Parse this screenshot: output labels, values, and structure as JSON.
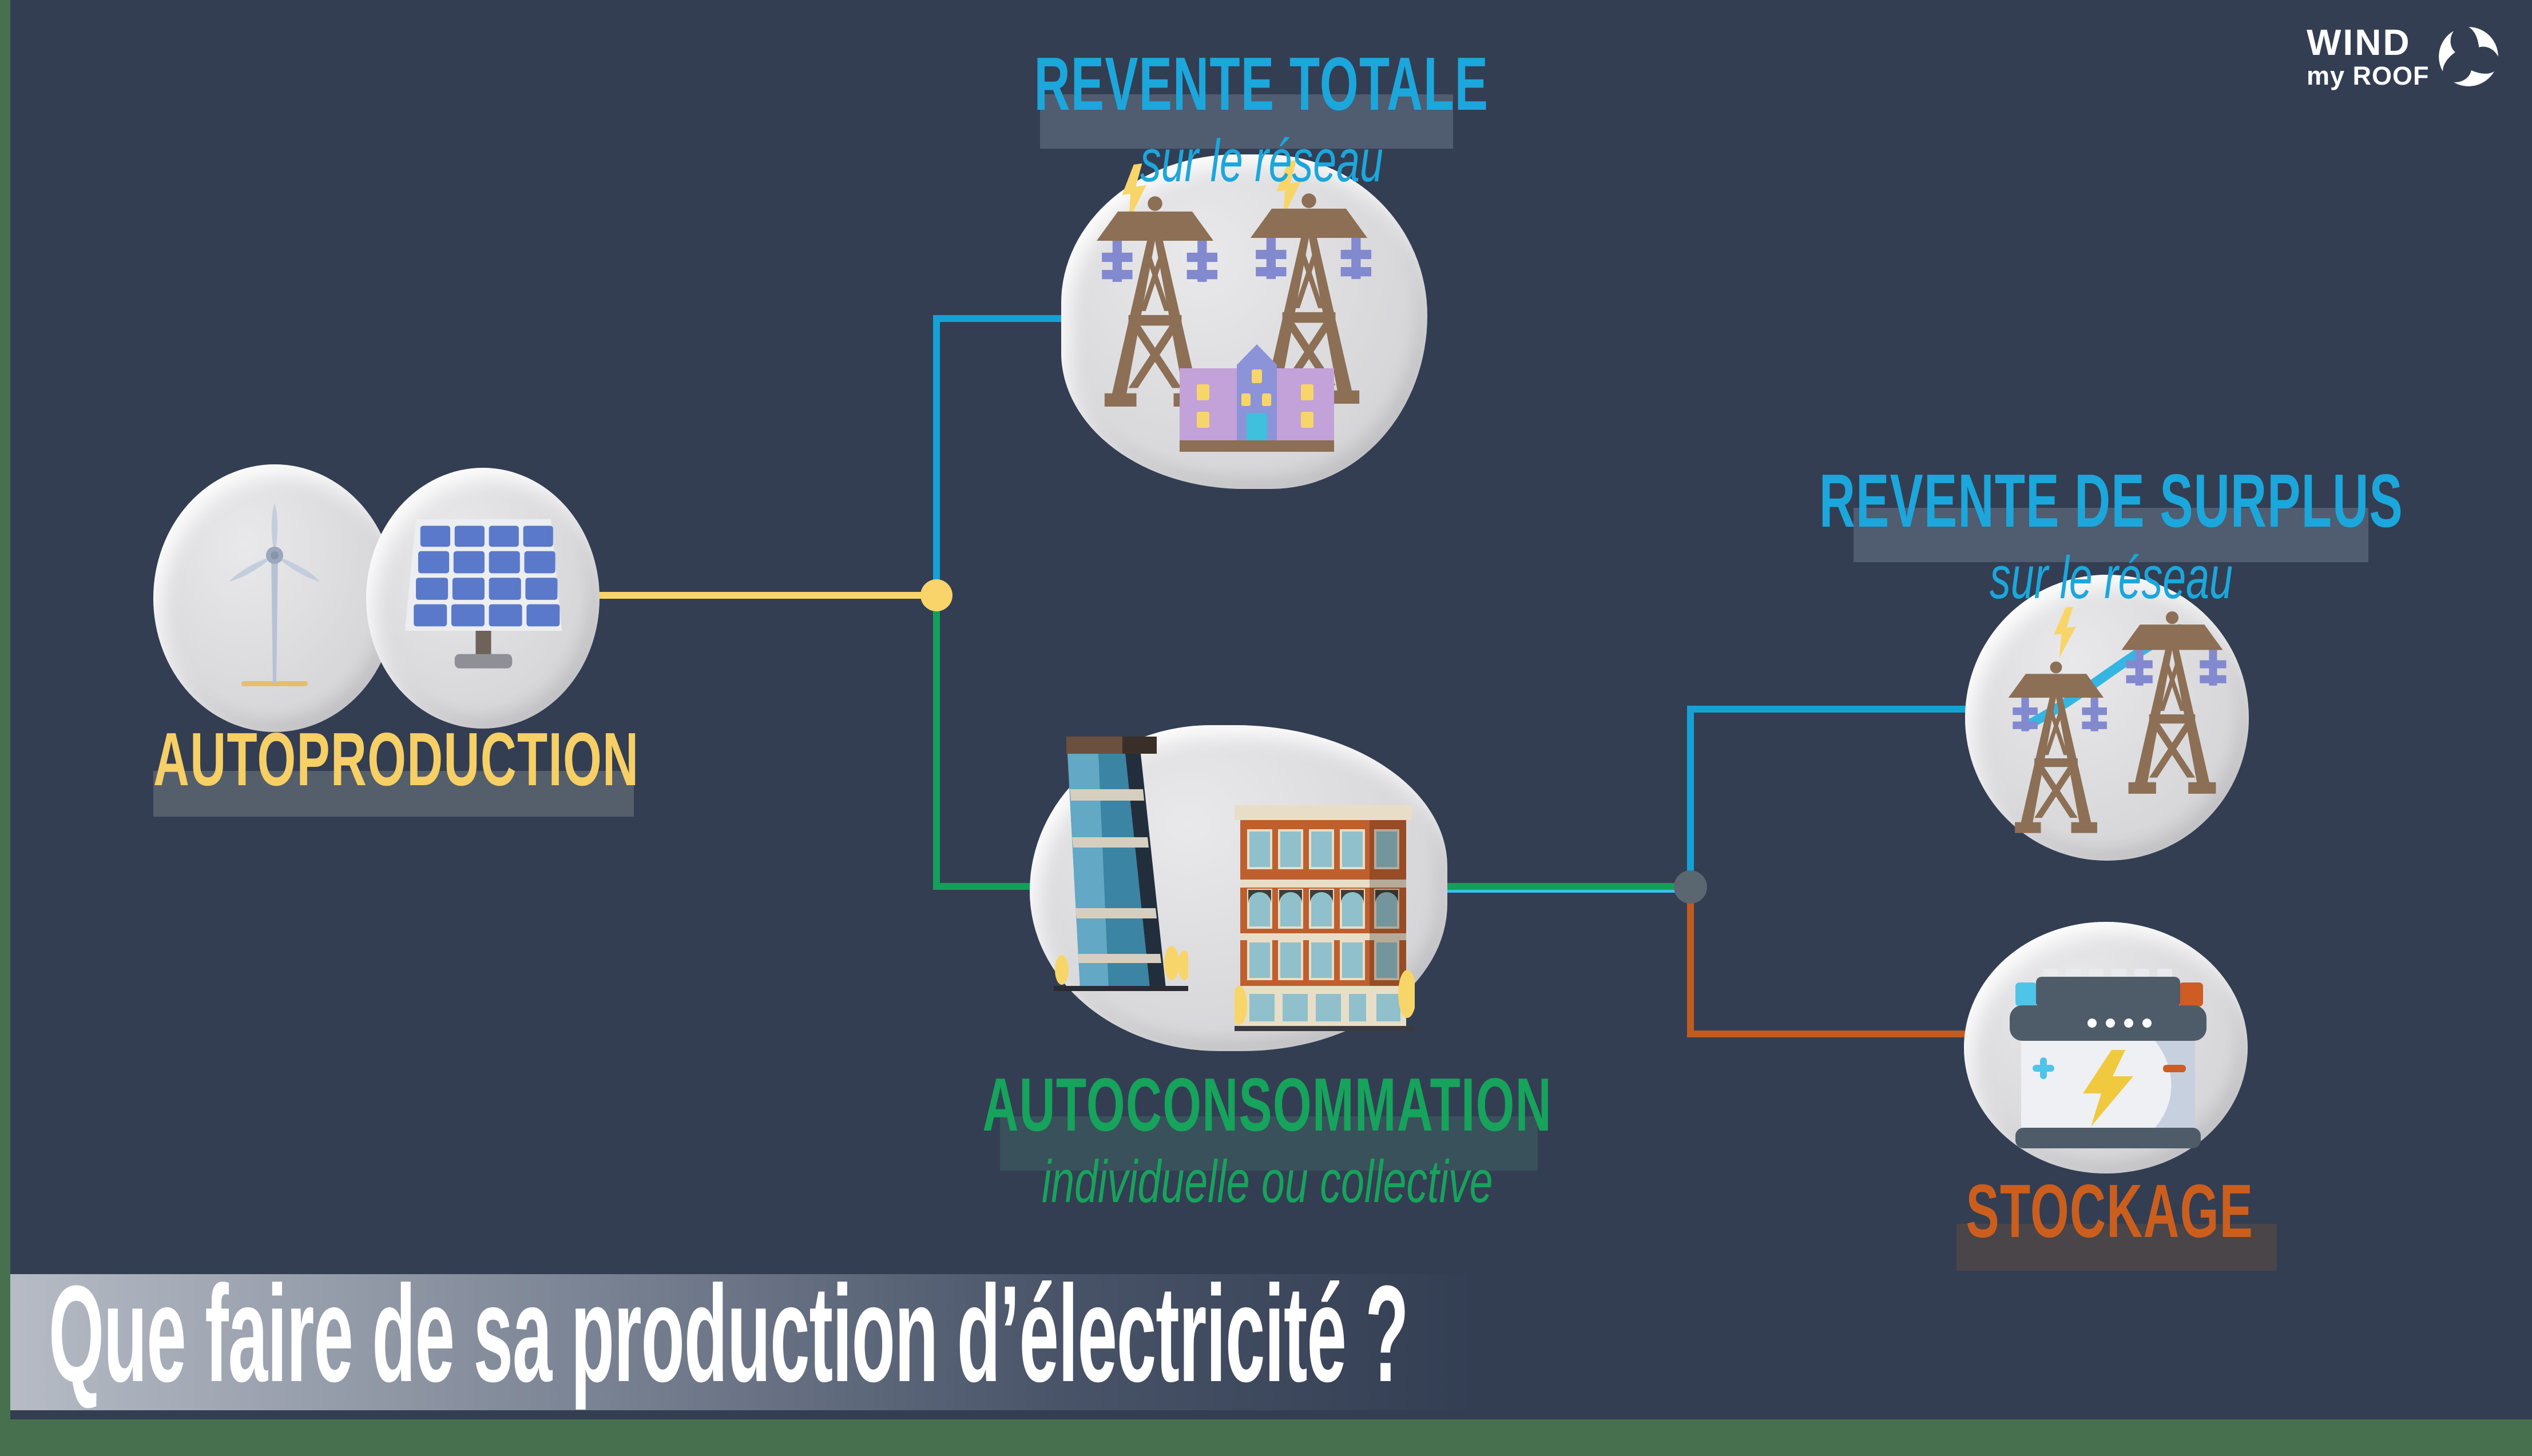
{
  "logo": {
    "line1": "WIND",
    "line2": "my ROOF"
  },
  "main_title": "Que faire de sa production d’électricité ?",
  "nodes": {
    "autoproduction": {
      "label": "AUTOPRODUCTION"
    },
    "revente_totale": {
      "title": "REVENTE TOTALE",
      "subtitle": "sur le réseau"
    },
    "autoconsommation": {
      "title": "AUTOCONSOMMATION",
      "subtitle": "individuelle ou collective"
    },
    "revente_surplus": {
      "title": "REVENTE DE SURPLUS",
      "subtitle": "sur le réseau"
    },
    "stockage": {
      "label": "STOCKAGE"
    }
  },
  "colors": {
    "background_navy": "#333e53",
    "backdrop_green": "#47714e",
    "accent_cyan": "#1ba7dc",
    "accent_green": "#16a35c",
    "accent_yellow": "#f8d46a",
    "accent_orange": "#cc5e1d",
    "bubble_gray": "#dadadd",
    "pylon_brown": "#8c6f55",
    "insulator_purple": "#8289cf"
  }
}
